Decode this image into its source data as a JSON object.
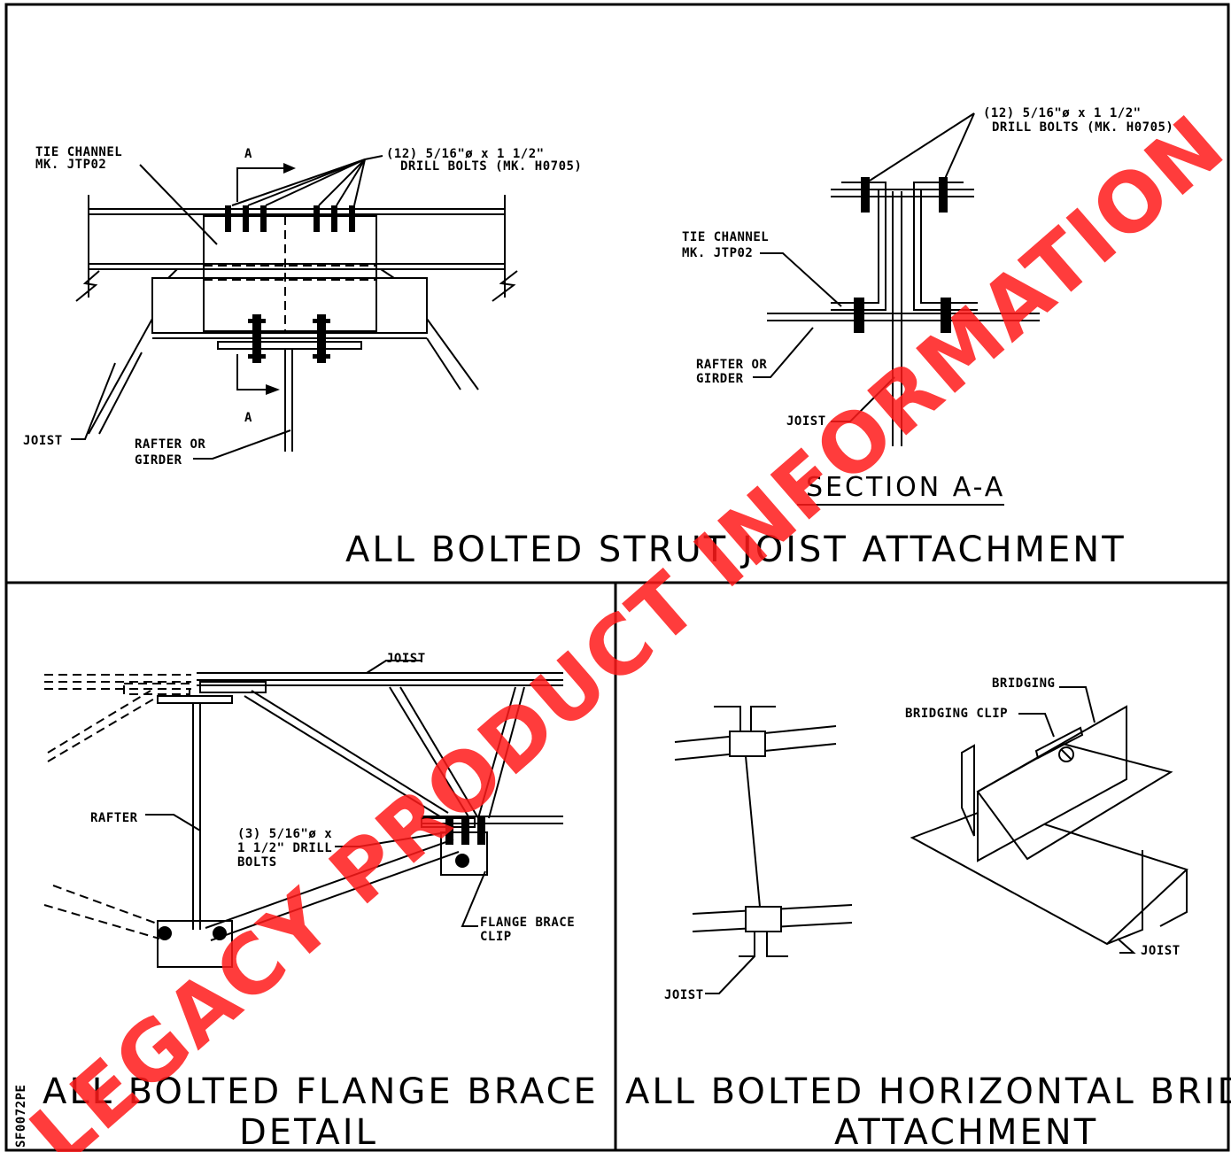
{
  "panel_top": {
    "title": "ALL BOLTED STRUT JOIST ATTACHMENT",
    "section_title": "SECTION A-A",
    "section_marker": "A",
    "labels": {
      "tie_channel_1": "TIE CHANNEL",
      "tie_channel_2": "MK. JTP02",
      "bolts_1": "(12) 5/16\"ø x 1 1/2\"",
      "bolts_2": "DRILL BOLTS (MK. H0705)",
      "joist": "JOIST",
      "rafter_1": "RAFTER OR",
      "rafter_2": "GIRDER"
    },
    "section_labels": {
      "bolts_1": "(12) 5/16\"ø x 1 1/2\"",
      "bolts_2": "DRILL BOLTS (MK. H0705)",
      "tie_channel_1": "TIE CHANNEL",
      "tie_channel_2": "MK. JTP02",
      "rafter_1": "RAFTER OR",
      "rafter_2": "GIRDER",
      "joist": "JOIST"
    }
  },
  "panel_bottom_left": {
    "title_1": "ALL BOLTED FLANGE BRACE",
    "title_2": "DETAIL",
    "labels": {
      "joist": "JOIST",
      "rafter": "RAFTER",
      "bolts_1": "(3) 5/16\"ø x",
      "bolts_2": "1 1/2\" DRILL",
      "bolts_3": "BOLTS",
      "clip_1": "FLANGE BRACE",
      "clip_2": "CLIP"
    },
    "sheet_code": "SF0072PE"
  },
  "panel_bottom_right": {
    "title_1": "ALL BOLTED HORIZONTAL BRIDGING",
    "title_2": "ATTACHMENT",
    "labels": {
      "bridging": "BRIDGING",
      "bridging_clip": "BRIDGING CLIP",
      "joist_right": "JOIST",
      "joist_left": "JOIST"
    }
  },
  "watermark": {
    "text": "LEGACY PRODUCT INFORMATION",
    "color": "#ff1a1a"
  }
}
